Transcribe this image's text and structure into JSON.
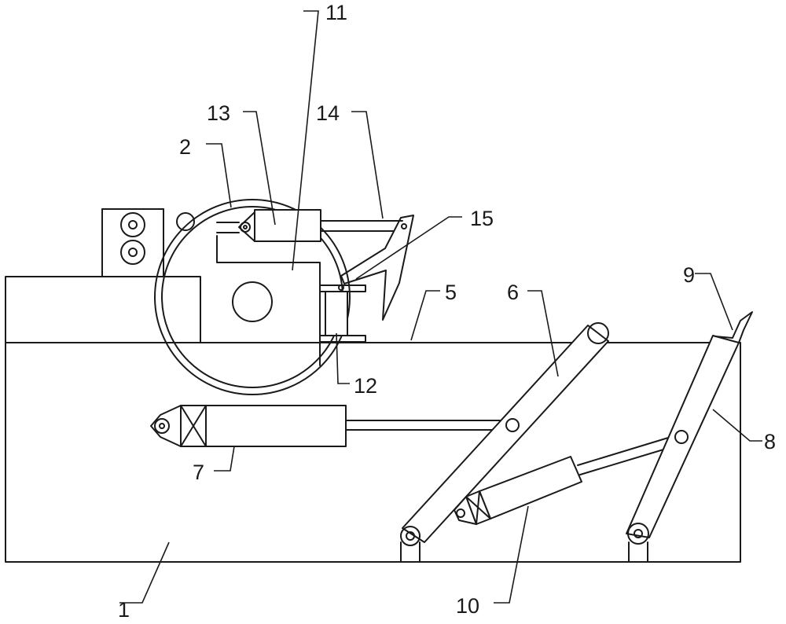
{
  "labels": {
    "n1": "1",
    "n2": "2",
    "n5": "5",
    "n6": "6",
    "n7": "7",
    "n8": "8",
    "n9": "9",
    "n10": "10",
    "n11": "11",
    "n12": "12",
    "n13": "13",
    "n14": "14",
    "n15": "15"
  },
  "colors": {
    "line": "#1a1a1a",
    "background": "#ffffff"
  }
}
